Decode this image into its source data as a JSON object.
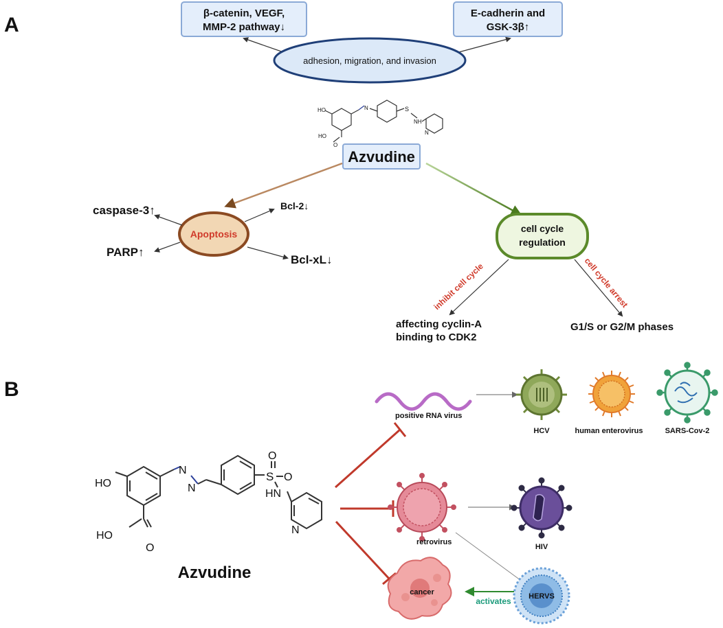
{
  "panel_a": {
    "label": "A",
    "top_left_box": [
      "β-catenin, VEGF,",
      "MMP-2 pathway↓"
    ],
    "top_right_box": [
      "E-cadherin and",
      "GSK-3β↑"
    ],
    "ellipse_label": "adhesion, migration, and invasion",
    "drug_name": "Azvudine",
    "apoptosis": "Apoptosis",
    "caspase": "caspase-3↑",
    "bcl2": "Bcl-2↓",
    "parp": "PARP↑",
    "bclxl": "Bcl-xL↓",
    "cell_cycle": [
      "cell cycle",
      "regulation"
    ],
    "inhibit_label": "inhibit cell cycle",
    "arrest_label": "cell cycle arrest",
    "cyclin_text": [
      "affecting cyclin-A",
      "binding to CDK2"
    ],
    "phases_text": "G1/S or G2/M phases",
    "structure_atoms": {
      "ho": "HO",
      "hooc": "HO",
      "o": "O",
      "n": "N",
      "s": "S",
      "nh": "NH",
      "n_pyr": "N"
    }
  },
  "panel_b": {
    "label": "B",
    "drug_name": "Azvudine",
    "structure_atoms": {
      "ho": "HO",
      "hooc": "HO",
      "o": "O",
      "n1": "N",
      "n2": "N",
      "s": "S",
      "o1": "O",
      "o2": "O",
      "hn": "HN",
      "n_pyr": "N"
    },
    "positive_rna": "positive RNA virus",
    "hcv": "HCV",
    "enterovirus": "human enterovirus",
    "sars": "SARS-Cov-2",
    "retrovirus": "retrovirus",
    "hiv": "HIV",
    "cancer": "cancer",
    "hervs": "HERVS",
    "activates": "activates"
  },
  "colors": {
    "box_fill": "#e4eefb",
    "box_stroke": "#8aa9d6",
    "ellipse_fill": "#dce9f8",
    "ellipse_stroke": "#1f3f78",
    "apoptosis_fill": "#f2d7b4",
    "apoptosis_stroke": "#8b4a22",
    "cycle_fill": "#eef6e0",
    "cycle_stroke": "#5b8a2a",
    "red_label": "#d03a2a",
    "inhibit_red": "#c0392b",
    "activates_green": "#2f8a2f"
  }
}
